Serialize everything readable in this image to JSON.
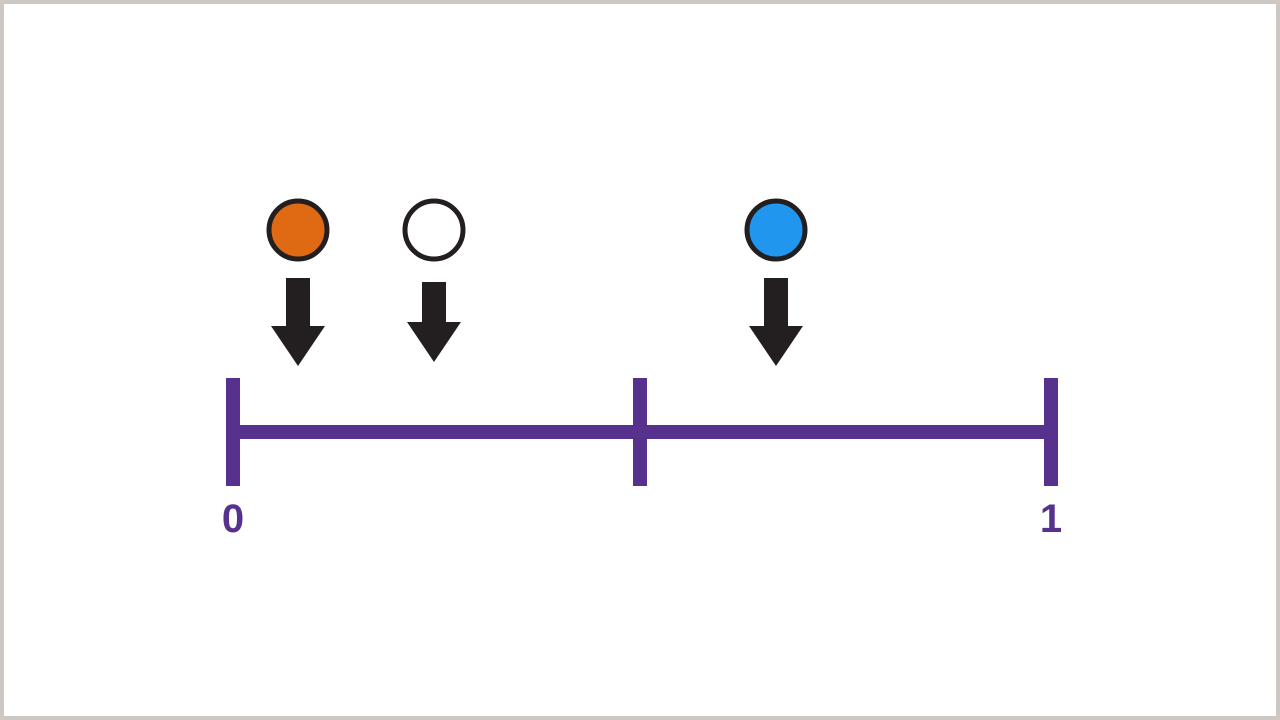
{
  "figure": {
    "title": "number-line-with-markers",
    "background_color": "#FFFFFF",
    "frame_color": "#CDC8C3"
  },
  "number_line": {
    "line_color": "#56318E",
    "line_thickness_px": 14,
    "start_label": "0",
    "end_label": "1",
    "start_value": 0,
    "end_value": 1,
    "ticks": [
      {
        "name": "tick-start",
        "label": "0",
        "value": 0,
        "x": 233,
        "style": "end-cap"
      },
      {
        "name": "tick-middle",
        "label": "",
        "value": 0.5,
        "x": 640,
        "style": "cross"
      },
      {
        "name": "tick-end",
        "label": "1",
        "value": 1,
        "x": 1051,
        "style": "end-cap"
      }
    ]
  },
  "markers": [
    {
      "name": "marker-orange",
      "color": "#E06A14",
      "outline_color": "#231F20",
      "fill": "solid",
      "cx": 298,
      "cy": 230,
      "r": 31,
      "arrow": {
        "name": "arrow-orange",
        "color": "#231F20",
        "x": 298,
        "top": 278,
        "tip": 366
      },
      "points_to_value": 0.09
    },
    {
      "name": "marker-white",
      "color": "#FFFFFF",
      "outline_color": "#231F20",
      "fill": "hollow",
      "cx": 434,
      "cy": 230,
      "r": 31,
      "arrow": {
        "name": "arrow-white",
        "color": "#231F20",
        "x": 434,
        "top": 282,
        "tip": 362
      },
      "points_to_value": 0.25
    },
    {
      "name": "marker-blue",
      "color": "#2196EE",
      "outline_color": "#231F20",
      "fill": "solid",
      "cx": 776,
      "cy": 230,
      "r": 31,
      "arrow": {
        "name": "arrow-blue",
        "color": "#231F20",
        "x": 776,
        "top": 278,
        "tip": 366
      },
      "points_to_value": 0.66
    }
  ],
  "chart_data": {
    "type": "line",
    "title": "",
    "xlabel": "",
    "ylabel": "",
    "xlim": [
      0,
      1
    ],
    "grid": false,
    "legend": "none",
    "categories": [
      "0",
      "",
      "1"
    ],
    "tick_values": [
      0,
      0.5,
      1
    ],
    "tick_labels": [
      "0",
      "",
      "1"
    ],
    "series": [
      {
        "name": "markers",
        "points": [
          {
            "label": "orange",
            "value": 0.09,
            "color": "#E06A14"
          },
          {
            "label": "white",
            "value": 0.25,
            "color": "#FFFFFF"
          },
          {
            "label": "blue",
            "value": 0.66,
            "color": "#2196EE"
          }
        ]
      }
    ]
  }
}
